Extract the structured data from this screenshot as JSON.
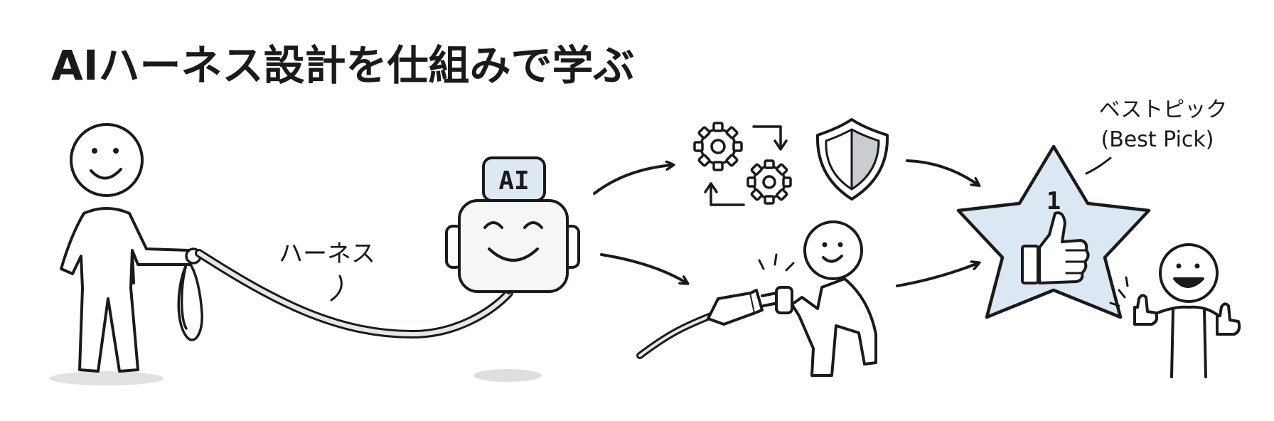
{
  "title": "AIハーネス設計を仕組みで学ぶ",
  "labels": {
    "harness": "ハーネス",
    "ai_badge": "AI",
    "best_pick_jp": "ベストピック",
    "best_pick_en": "(Best Pick)",
    "rank": "1"
  },
  "colors": {
    "ink": "#1a1a1a",
    "shield_fill": "#c9ccd1",
    "star_fill": "#dbe8f3",
    "robot_fill": "#f4f6f8",
    "badge_fill": "#dde8f2",
    "shadow": "#d9d9d9"
  },
  "icons": [
    "stick-person-icon",
    "leash-loop-icon",
    "robot-icon",
    "gears-icon",
    "shield-icon",
    "plug-icon",
    "kneeling-person-icon",
    "star-icon",
    "thumbs-up-icon",
    "cheering-person-icon"
  ]
}
